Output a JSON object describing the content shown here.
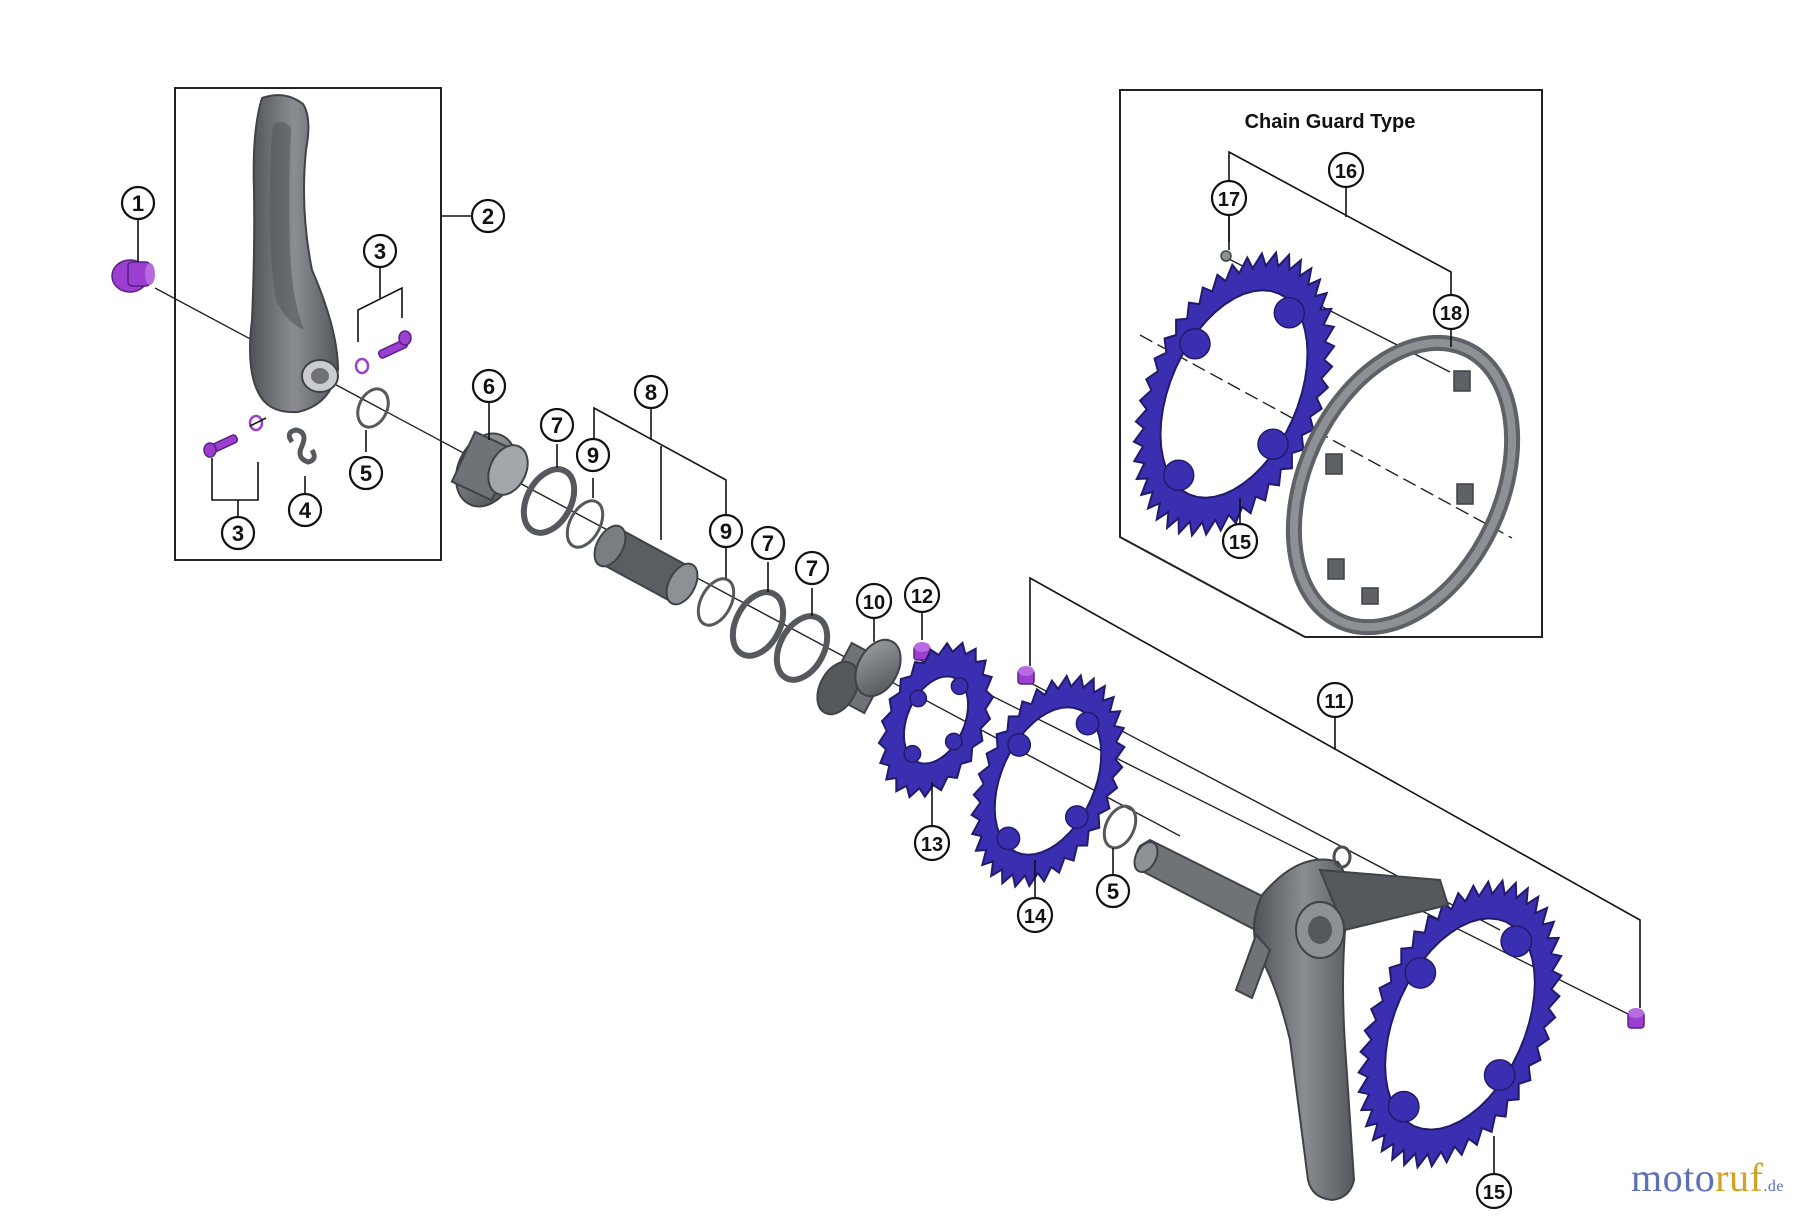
{
  "colors": {
    "chainring": "#3a2fb0",
    "bolt": "#9b3fd1",
    "part_gray": "#6f7276",
    "watermark_primary": "#5c6fbd",
    "watermark_accent": "#d2a224"
  },
  "inset": {
    "title": "Chain Guard Type"
  },
  "callouts": {
    "c1": "1",
    "c2": "2",
    "c3a": "3",
    "c3b": "3",
    "c4": "4",
    "c5a": "5",
    "c5b": "5",
    "c6": "6",
    "c7a": "7",
    "c7b": "7",
    "c7c": "7",
    "c8": "8",
    "c9a": "9",
    "c9b": "9",
    "c10": "10",
    "c11": "11",
    "c12": "12",
    "c13": "13",
    "c14": "14",
    "c15a": "15",
    "c15b": "15",
    "c16": "16",
    "c17": "17",
    "c18": "18"
  },
  "watermark": {
    "part1": "moto",
    "part2": "ruf",
    "part3": ".de"
  }
}
